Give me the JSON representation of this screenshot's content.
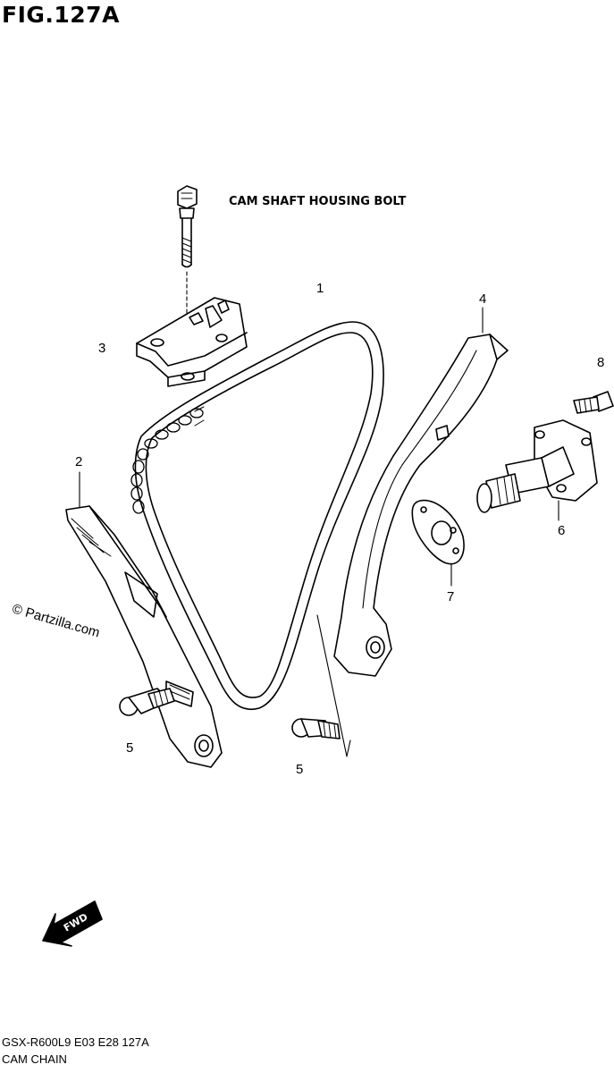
{
  "figure": {
    "title": "FIG.127A"
  },
  "callout_text": "CAM SHAFT HOUSING BOLT",
  "parts": [
    {
      "ref": "1"
    },
    {
      "ref": "2"
    },
    {
      "ref": "3"
    },
    {
      "ref": "4"
    },
    {
      "ref": "5"
    },
    {
      "ref": "5"
    },
    {
      "ref": "6"
    },
    {
      "ref": "7"
    },
    {
      "ref": "8"
    }
  ],
  "watermark": "© Partzilla.com",
  "direction_label": "FWD",
  "footer": {
    "model_code": "GSX-R600L9  E03  E28  127A",
    "section": "CAM CHAIN"
  },
  "colors": {
    "line": "#000000",
    "background": "#ffffff"
  }
}
